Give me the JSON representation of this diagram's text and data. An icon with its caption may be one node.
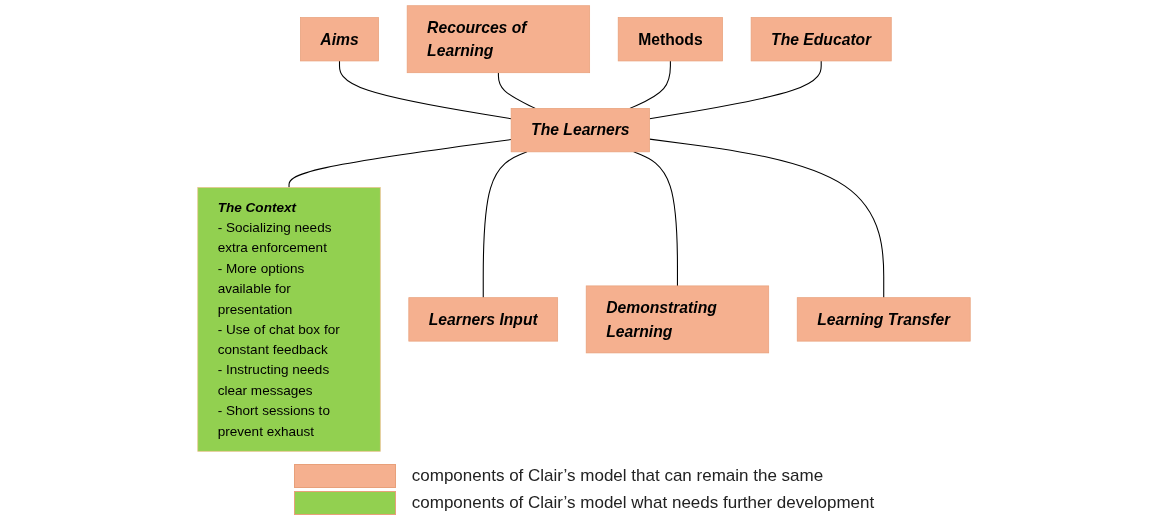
{
  "diagram": {
    "nodes": [
      {
        "text": [
          "Aims"
        ]
      },
      {
        "text": [
          "Recources of Learning"
        ]
      },
      {
        "text": [
          "Methods"
        ]
      },
      {
        "text": [
          "The Educator"
        ]
      },
      {
        "text": [
          "The Learners"
        ]
      },
      {
        "text": [
          "The Context",
          "- Socializing needs extra enforcement",
          "- More options available for presentation",
          "- Use of chat box for constant feedback",
          "- Instructing needs clear messages",
          "- Short sessions to prevent exhaust"
        ]
      },
      {
        "text": [
          "Learners Input"
        ]
      },
      {
        "text": [
          "Demonstrating Learning"
        ]
      },
      {
        "text": [
          "Learning Transfer"
        ]
      }
    ],
    "edges": [
      {
        "from": 0,
        "to": 4,
        "arrow": "none"
      },
      {
        "from": 1,
        "to": 4,
        "arrow": "none"
      },
      {
        "from": 2,
        "to": 4,
        "arrow": "none"
      },
      {
        "from": 3,
        "to": 4,
        "arrow": "none"
      },
      {
        "from": 4,
        "to": 5,
        "arrow": "none"
      },
      {
        "from": 4,
        "to": 6,
        "arrow": "none"
      },
      {
        "from": 4,
        "to": 7,
        "arrow": "none"
      },
      {
        "from": 4,
        "to": 8,
        "arrow": "none"
      }
    ],
    "legend": [
      {
        "text": "components of Clair’s model that can remain the same",
        "color": "#f5b08f"
      },
      {
        "text": "components of Clair’s model what needs further development",
        "color": "#92d050"
      }
    ]
  }
}
